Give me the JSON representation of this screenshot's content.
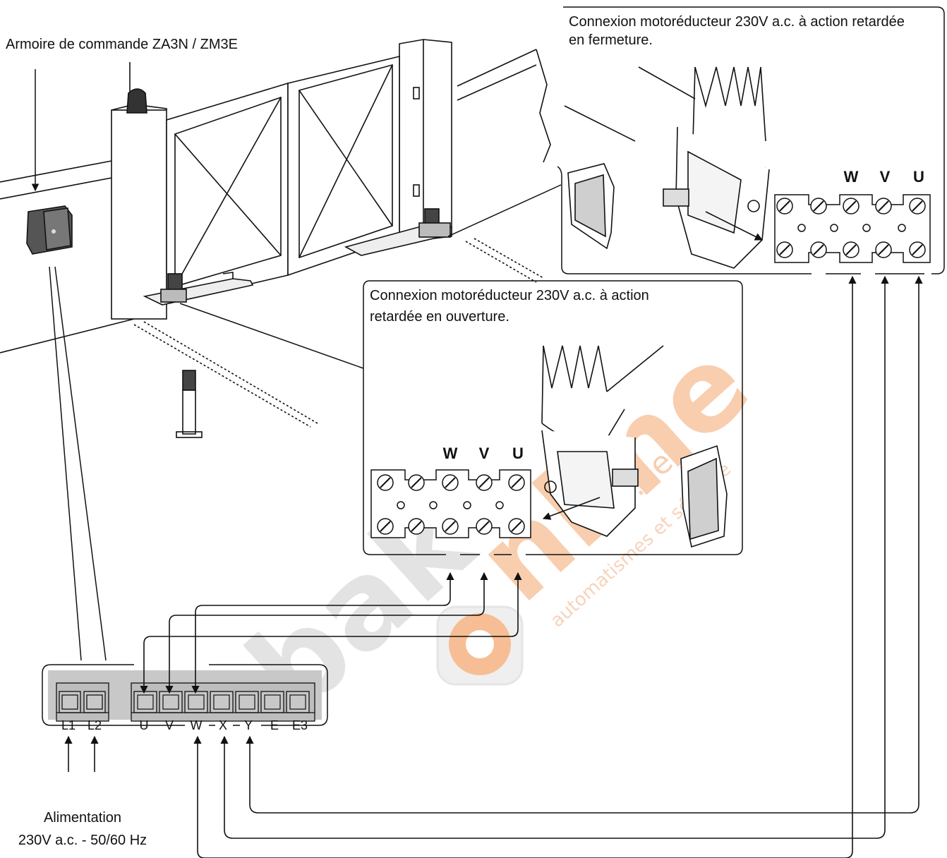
{
  "labels": {
    "control_cabinet": "Armoire de commande ZA3N / ZM3E",
    "motor_closing_line1": "Connexion motoréducteur 230V a.c. à action retardée",
    "motor_closing_line2": "en fermeture.",
    "motor_opening_line1": "Connexion motoréducteur 230V a.c. à action",
    "motor_opening_line2": "retardée en ouverture.",
    "supply_line1": "Alimentation",
    "supply_line2": "230V a.c. - 50/60 Hz"
  },
  "top_right_block": {
    "terminal_labels": [
      "W",
      "V",
      "U"
    ]
  },
  "middle_block": {
    "terminal_labels": [
      "W",
      "V",
      "U"
    ]
  },
  "control_board": {
    "power_terminals": [
      "L1",
      "L2"
    ],
    "motor_terminals": [
      "U",
      "V",
      "W",
      "X",
      "Y",
      "E",
      "E3"
    ]
  },
  "watermark": {
    "brand_left": "bak",
    "brand_right": "nline",
    "domain": ".net",
    "tagline": "automatismes et sécurité"
  },
  "colors": {
    "line": "#111111",
    "board_gray": "#c8c8c8",
    "watermark_orange": "#f39a5b",
    "watermark_gray": "#e0e0e0"
  }
}
